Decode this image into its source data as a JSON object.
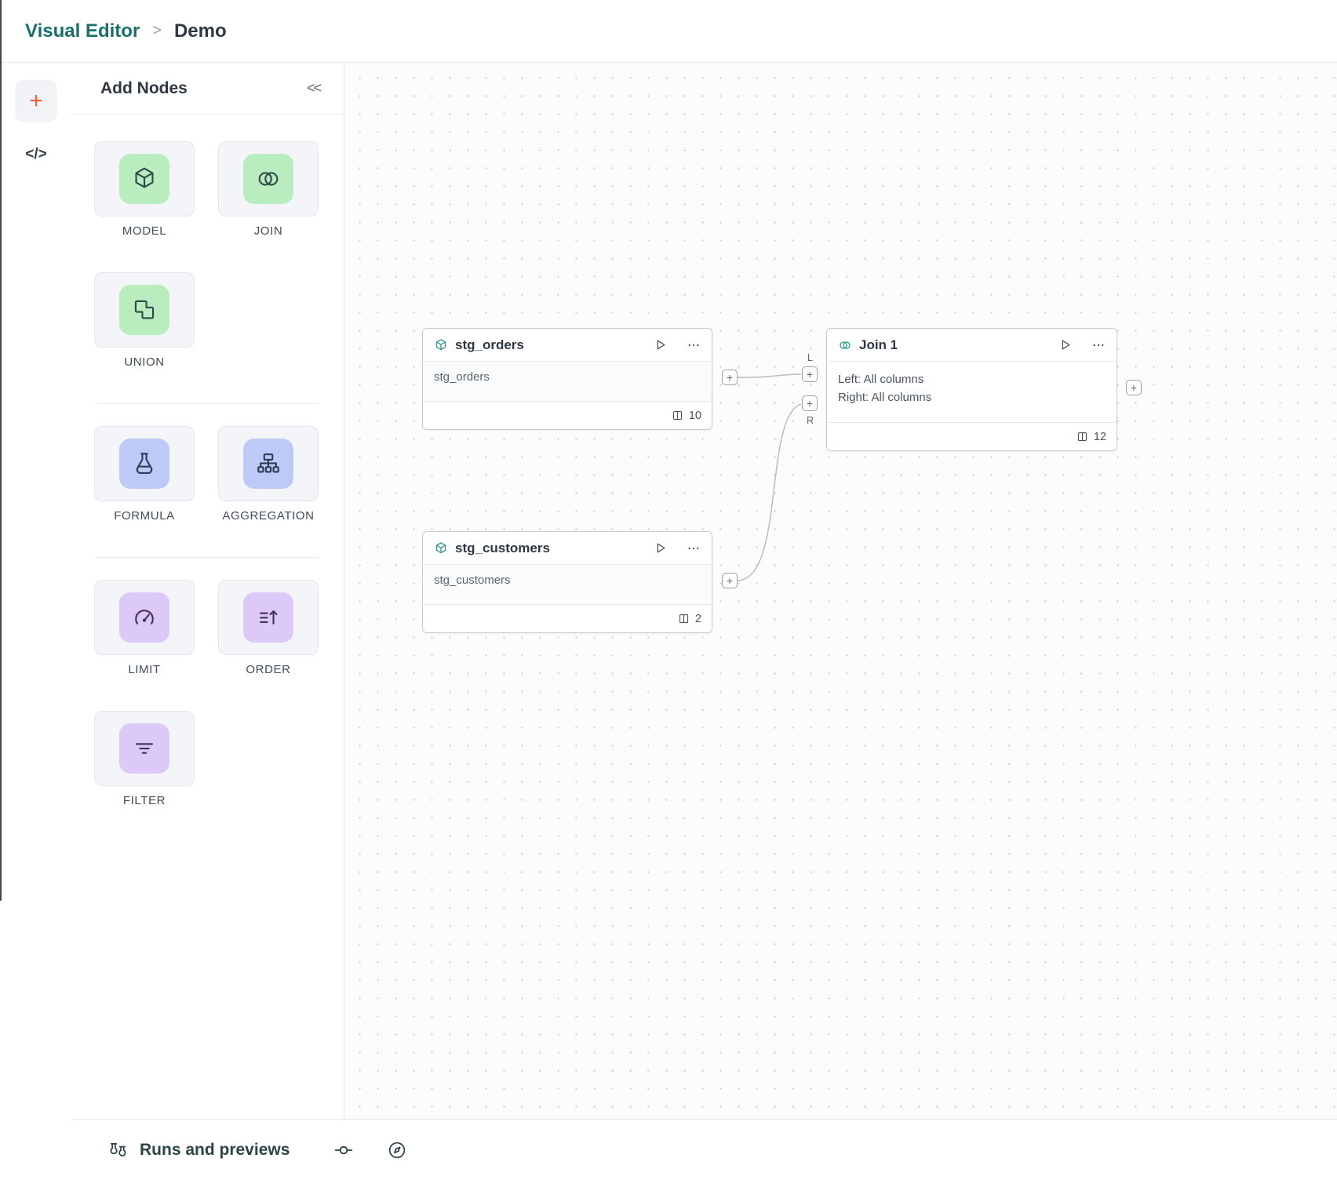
{
  "breadcrumb": {
    "app": "Visual Editor",
    "separator": ">",
    "page": "Demo"
  },
  "rail": {
    "add_label": "+",
    "code_label": "</>"
  },
  "panel": {
    "title": "Add Nodes",
    "collapse_label": "<<"
  },
  "palette": {
    "model": {
      "label": "MODEL"
    },
    "join": {
      "label": "JOIN"
    },
    "union": {
      "label": "UNION"
    },
    "formula": {
      "label": "FORMULA"
    },
    "aggregation": {
      "label": "AGGREGATION"
    },
    "limit": {
      "label": "LIMIT"
    },
    "order": {
      "label": "ORDER"
    },
    "filter": {
      "label": "FILTER"
    }
  },
  "canvas": {
    "nodes": {
      "stg_orders": {
        "title": "stg_orders",
        "subtitle": "stg_orders",
        "column_count": "10"
      },
      "stg_customers": {
        "title": "stg_customers",
        "subtitle": "stg_customers",
        "column_count": "2"
      },
      "join1": {
        "title": "Join 1",
        "left_line": "Left: All columns",
        "right_line": "Right: All columns",
        "column_count": "12"
      }
    },
    "ports": {
      "plus": "+",
      "left_label": "L",
      "right_label": "R"
    }
  },
  "bottombar": {
    "runs_label": "Runs and previews"
  },
  "colors": {
    "accent_orange": "#F0603F",
    "brand_teal": "#17716B",
    "green_icon_bg": "#B9EDC0",
    "blue_icon_bg": "#BDC9F6",
    "purple_icon_bg": "#DCC9F8"
  }
}
